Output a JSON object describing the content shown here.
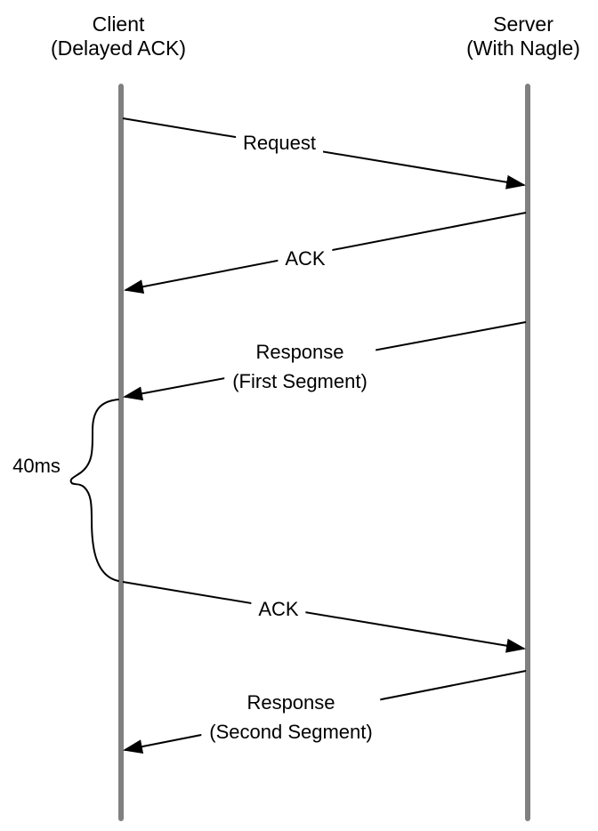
{
  "participants": {
    "client": {
      "name": "Client",
      "qualifier": "(Delayed ACK)"
    },
    "server": {
      "name": "Server",
      "qualifier": "(With Nagle)"
    }
  },
  "messages": {
    "request": {
      "label": "Request",
      "from": "Client",
      "to": "Server"
    },
    "ack1": {
      "label": "ACK",
      "from": "Server",
      "to": "Client"
    },
    "response_first": {
      "label": "Response",
      "sublabel": "(First Segment)",
      "from": "Server",
      "to": "Client"
    },
    "ack2": {
      "label": "ACK",
      "from": "Client",
      "to": "Server"
    },
    "response_second": {
      "label": "Response",
      "sublabel": "(Second Segment)",
      "from": "Server",
      "to": "Client"
    }
  },
  "annotations": {
    "delay": {
      "label": "40ms"
    }
  },
  "colors": {
    "lifeline": "#808080",
    "line": "#000000",
    "text": "#000000",
    "background": "#ffffff"
  }
}
